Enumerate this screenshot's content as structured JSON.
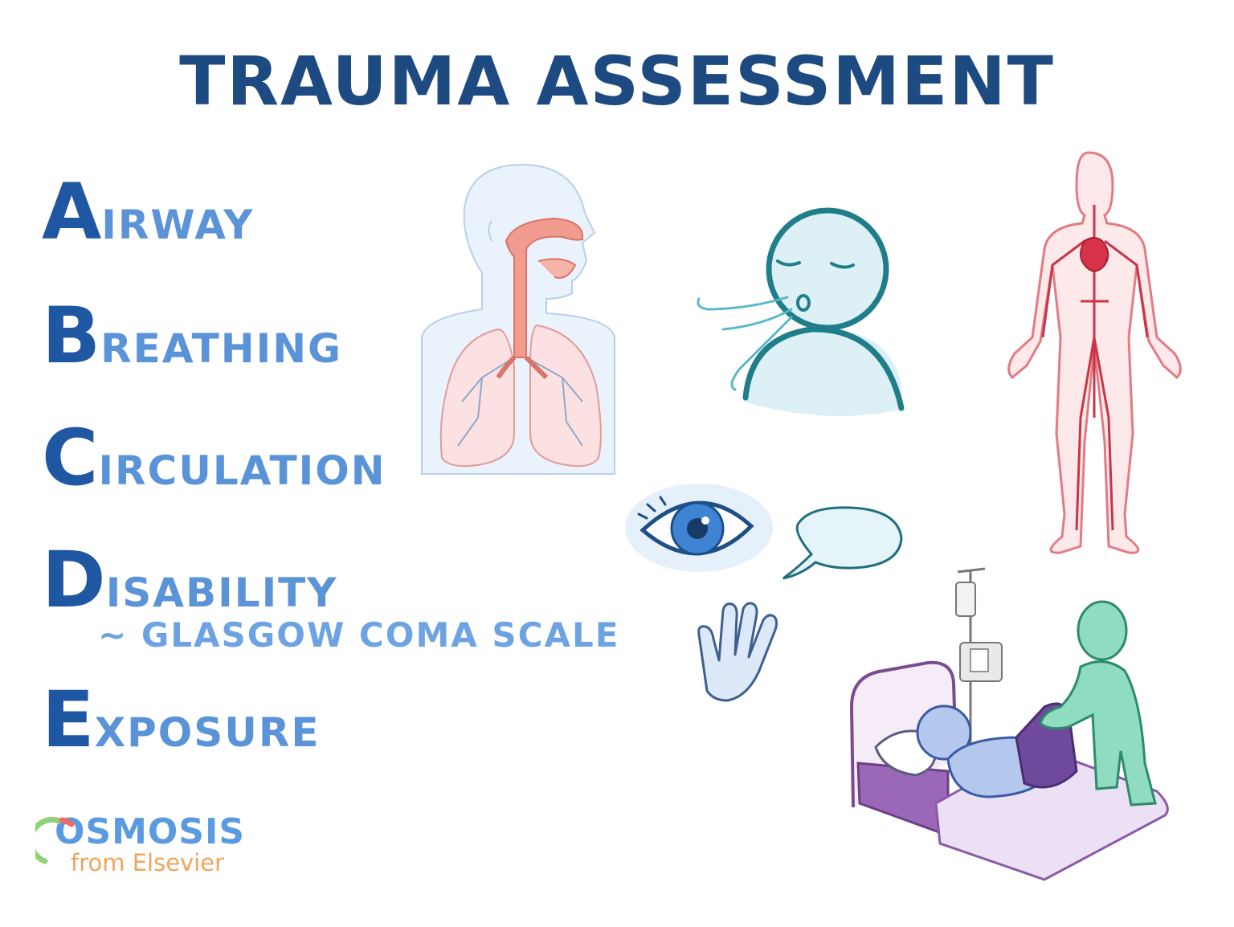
{
  "title": "TRAUMA ASSESSMENT",
  "abcde": [
    {
      "letter": "A",
      "rest": "IRWAY"
    },
    {
      "letter": "B",
      "rest": "REATHING"
    },
    {
      "letter": "C",
      "rest": "IRCULATION"
    },
    {
      "letter": "D",
      "rest": "ISABILITY"
    },
    {
      "letter": "E",
      "rest": "XPOSURE"
    }
  ],
  "disability_sub": "~ GLASGOW COMA SCALE",
  "logo": {
    "name": "OSMOSIS",
    "tagline": "from Elsevier"
  },
  "colors": {
    "title": "#1d4a80",
    "letter": "#1f57a3",
    "word": "#5b93d9",
    "sub": "#6ea3e3",
    "logo": "#5a9ae0",
    "logo_tagline": "#f0a45c"
  },
  "illustrations": [
    "respiratory-system-icon",
    "breathing-person-icon",
    "circulatory-system-icon",
    "eye-icon",
    "speech-bubble-icon",
    "hand-icon",
    "patient-bed-exposure-icon"
  ]
}
